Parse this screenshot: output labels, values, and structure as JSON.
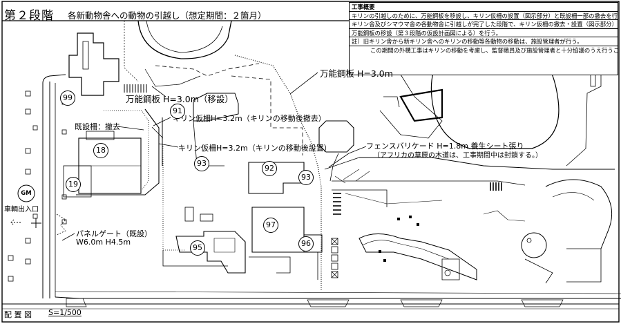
{
  "header": {
    "title": "第２段階",
    "subtitle": "各新動物舎への動物の引越し（想定期間：２箇月）"
  },
  "notes": {
    "heading": "工事概要",
    "lines": [
      "キリンの引越しのために、万能鋼板を移設し、キリン仮柵の設置（図示部分）と既設柵一部の撤去を行う。",
      "キリン舎及びシマウマ舎の各動物舎に引越しが完了した段階で、キリン仮柵の撤去・設置（図示部分）及び",
      "万能鋼板の移設（第３段階の仮設計画図による）を行う。",
      "註）旧キリン舎から新キリン舎へのキリンの移動等各動物の移動は、施設管理者が行う。",
      "この期間の外構工事はキリンの移動を考慮し、監督職員及び施設管理者と十分協議のうえ行うこと。"
    ]
  },
  "labels": {
    "steel_plate_top": "万能鋼板 H=3.0m",
    "steel_plate_moved": "万能鋼板 H=3.0m（移設）",
    "existing_fence": "既設柵：撤去",
    "giraffe_fence_removed": "キリン仮柵H=3.2m（キリンの移動後撤去）",
    "giraffe_fence_installed": "キリン仮柵H=3.2m（キリンの移動後設置）",
    "fence_barricade": "フェンスバリケード H=1.8m 養生シート張り",
    "fence_note": "（アフリカの草原の木道は、工事期間中は封鎖する。）",
    "vehicle_entrance": "車輌出入口",
    "panel_gate": "パネルゲート（既設）",
    "panel_gate_size": "W6.0m H4.5m",
    "gm": "GM"
  },
  "markers": [
    "99",
    "91",
    "18",
    "19",
    "93",
    "92",
    "93",
    "97",
    "95",
    "96"
  ],
  "footer": {
    "label": "配 置 図",
    "scale": "S=1/500"
  }
}
